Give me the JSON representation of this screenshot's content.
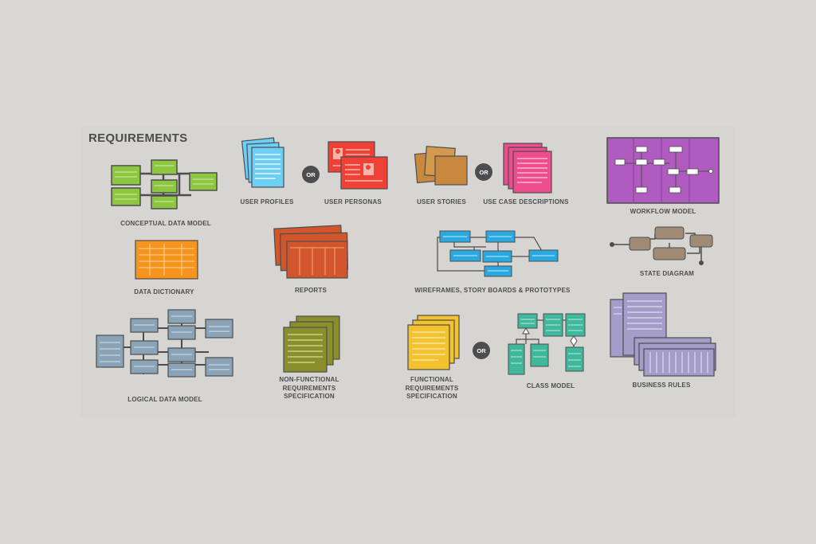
{
  "title": "REQUIREMENTS",
  "or_label": "OR",
  "labels": {
    "conceptual_data_model": "CONCEPTUAL DATA MODEL",
    "user_profiles": "USER PROFILES",
    "user_personas": "USER PERSONAS",
    "user_stories": "USER STORIES",
    "use_case_descriptions": "USE CASE DESCRIPTIONS",
    "workflow_model": "WORKFLOW MODEL",
    "data_dictionary": "DATA DICTIONARY",
    "reports": "REPORTS",
    "wireframes": "WIREFRAMES, STORY BOARDS & PROTOTYPES",
    "state_diagram": "STATE DIAGRAM",
    "logical_data_model": "LOGICAL DATA MODEL",
    "non_functional_line1": "NON-FUNCTIONAL",
    "non_functional_line2": "REQUIREMENTS",
    "non_functional_line3": "SPECIFICATION",
    "functional_line1": "FUNCTIONAL",
    "functional_line2": "REQUIREMENTS",
    "functional_line3": "SPECIFICATION",
    "class_model": "CLASS MODEL",
    "business_rules": "BUSINESS RULES"
  },
  "colors": {
    "green": "#8dc63f",
    "cyan": "#6dcff6",
    "red": "#ef4136",
    "tan": "#c8893f",
    "pink": "#ec4d8c",
    "purple": "#b05bbf",
    "orange": "#f7941d",
    "rust": "#d2562b",
    "blue": "#29a9e0",
    "brown": "#a08a74",
    "steel": "#8aa3b7",
    "olive": "#8a8f2b",
    "yellow": "#f2c22f",
    "teal": "#3fb89c",
    "lavender": "#a49cc9",
    "dark": "#4d4d4f"
  }
}
